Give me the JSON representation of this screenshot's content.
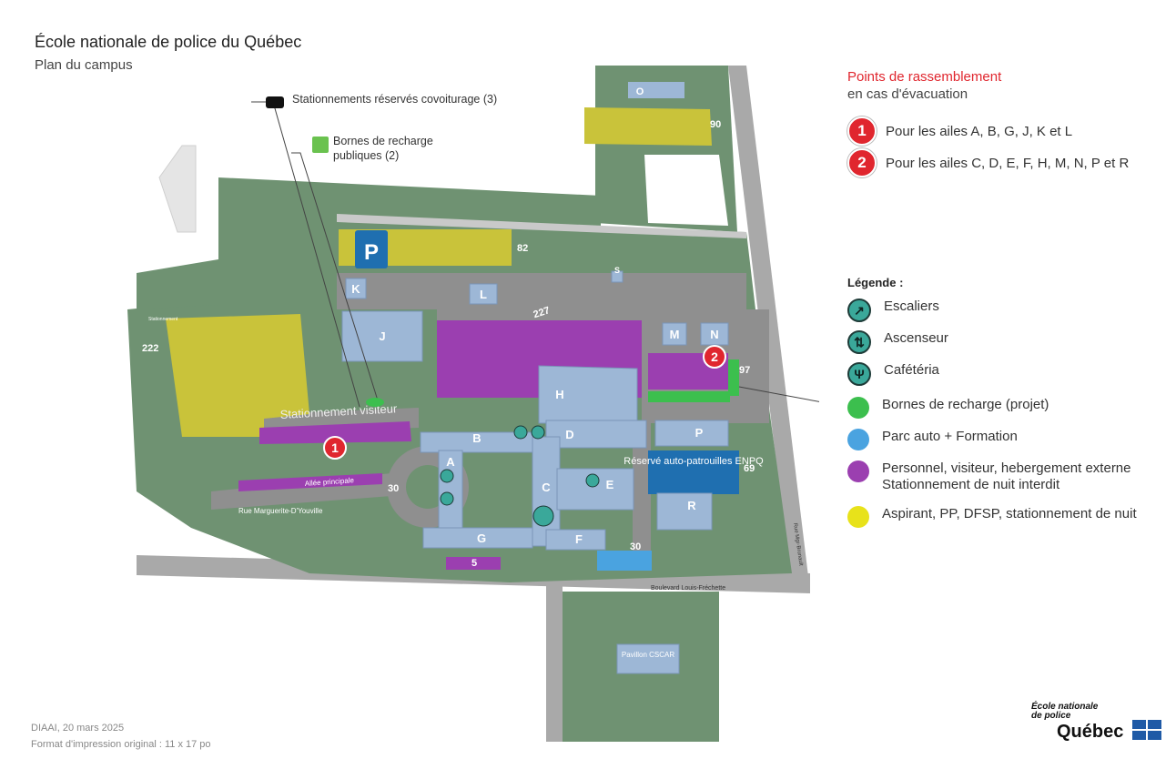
{
  "header": {
    "title": "École nationale de police du Québec",
    "subtitle": "Plan du campus"
  },
  "callouts": {
    "carpool": "Stationnements réservés covoiturage (3)",
    "charging_public": "Bornes de recharge publiques (2)"
  },
  "assembly": {
    "title": "Points de rassemblement",
    "subtitle": "en cas d'évacuation",
    "points": [
      {
        "number": "1",
        "label": "Pour les ailes A, B, G, J, K et L"
      },
      {
        "number": "2",
        "label": "Pour les ailes C, D, E, F, H, M, N, P et R"
      }
    ]
  },
  "legend": {
    "title": "Légende :",
    "icons": [
      {
        "icon": "stairs-icon",
        "label": "Escaliers"
      },
      {
        "icon": "elevator-icon",
        "label": "Ascenseur"
      },
      {
        "icon": "cafeteria-icon",
        "label": "Cafétéria"
      }
    ],
    "zones": [
      {
        "color": "#3cbf4e",
        "label": "Bornes de recharge (projet)"
      },
      {
        "color": "#4aa3e0",
        "label": "Parc auto + Formation"
      },
      {
        "color": "#9b3fb0",
        "label": "Personnel, visiteur, hebergement externe Stationnement de nuit interdit"
      },
      {
        "color": "#e8e21a",
        "label": "Aspirant, PP, DFSP, stationnement de nuit"
      }
    ]
  },
  "map": {
    "buildings": [
      "A",
      "B",
      "C",
      "D",
      "E",
      "F",
      "G",
      "H",
      "J",
      "K",
      "L",
      "M",
      "N",
      "O",
      "P",
      "R",
      "S"
    ],
    "parking_counts": {
      "p90": "90",
      "p82": "82",
      "p222": "222",
      "p227": "227",
      "p97": "97",
      "p69": "69",
      "p30a": "30",
      "p30b": "30",
      "p5": "5"
    },
    "visitor_parking": "Stationnement visiteur",
    "main_alley": "Allée principale",
    "street_youville": "Rue Marguerite-D'Youville",
    "street_frechette": "Boulevard Louis-Fréchette",
    "street_brunault": "Rue Mgr-Brunault",
    "reserved": "Réservé auto-patrouilles ENPQ",
    "pavilion": "Pavillon CSCAR",
    "parking_letter": "P",
    "sign": "Stationnement"
  },
  "footer": {
    "line1": "DIAAI, 20 mars 2025",
    "line2": "Format d'impression original : 11 x 17 po"
  },
  "logo": {
    "org_line1": "École nationale",
    "org_line2": "de police",
    "brand": "Québec"
  },
  "colors": {
    "grass": "#6f9272",
    "road": "#a9a9a9",
    "building": "#9db7d6",
    "accent_red": "#e0262e"
  }
}
